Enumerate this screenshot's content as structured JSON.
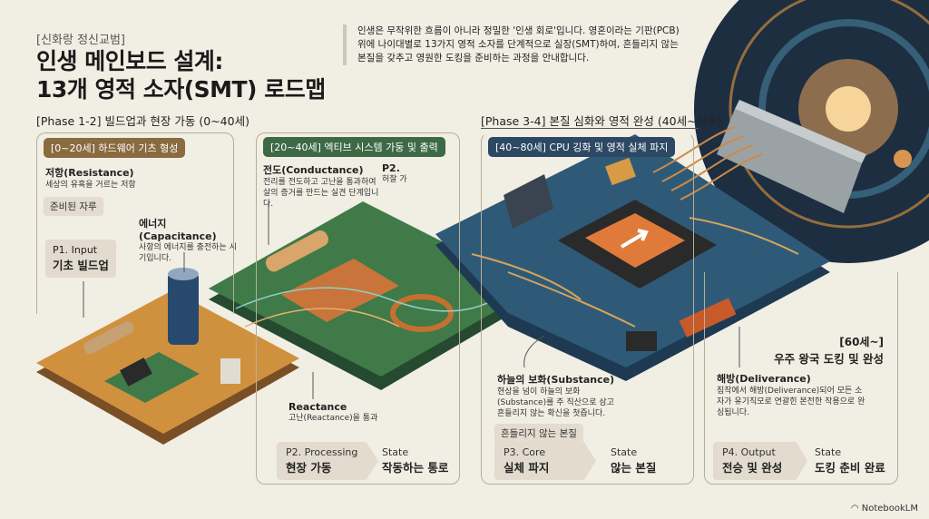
{
  "header": {
    "subtitle": "[신화랑 정신교범]",
    "title_line1": "인생 메인보드 설계:",
    "title_line2": "13개 영적 소자(SMT) 로드맵",
    "description": "인생은 무작위한 흐름이 아니라 정밀한 '인생 회로'입니다. 영혼이라는 기판(PCB) 위에 나이대별로 13가지 영적 소자를 단계적으로 실장(SMT)하여, 흔들리지 않는 본질을 갖추고 영원한 도킹을 준비하는 과정을 안내합니다."
  },
  "phases": {
    "phase12": "[Phase 1-2] 빌드업과 현장 가동 (0~40세)",
    "phase34": "[Phase 3-4] 본질 심화와 영적 완성 (40세~이후)"
  },
  "panel1": {
    "tag": "[0~20세] 하드웨어 기츠 형성",
    "resistance_title": "저항(Resistance)",
    "resistance_text": "세상의 유혹을 거르는 저항",
    "chip": "준비된 자루",
    "capacitance_title": "에너지(Capacitance)",
    "capacitance_text": "사항의 에너지를 충전하는 시기입니다.",
    "p_label": "P1. Input",
    "p_value": "기초 빌드업"
  },
  "panel2": {
    "tag": "[20~40세] 엑티브 시스템 가둥 및 출력",
    "conductance_title": "전도(Conductance)",
    "conductance_text": "전리를 전도하고 고난을 통과하여 살의 증거를 만드는 실견 단계입니다.",
    "p2_short": "P2.",
    "p2_short_text": "허잘 가",
    "reactance_title": "Reactance",
    "reactance_text": "고난(Reactance)을 통과",
    "p_label": "P2. Processing",
    "p_value": "현장 가동",
    "state_label": "State",
    "state_value": "작동하는 통로"
  },
  "panel3": {
    "tag": "[40~80세] CPU 깅화 및 영적 실체 파지",
    "substance_title": "하늘의 보화(Substance)",
    "substance_text": "현상을 넘이 하늘의 보화 (Substance)를 주 직산으로 삼고 흔들리지 않는 확신을 첫즙니다.",
    "chip": "흔들리지 않는 본질",
    "p_label": "P3. Core",
    "p_value": "실체 파지",
    "state_label": "State",
    "state_value": "않는 본질"
  },
  "panel4": {
    "age": "[60세~]",
    "heading": "우주 왕국 도킹 및 완성",
    "deliverance_title": "해방(Deliverance)",
    "deliverance_text": "짐작에서 해방(Deliverance)되어 모든 소자가 유기직모로 연괄힌 본전한 작용으로 완싱됩니다.",
    "p_label": "P4. Output",
    "p_value": "전승 및 완성",
    "state_label": "State",
    "state_value": "도킹 춘비 완료"
  },
  "footer": {
    "brand": "NotebookLM"
  },
  "colors": {
    "background": "#f1eee4",
    "tag_brown": "#8a6a3f",
    "tag_green": "#3d6a45",
    "tag_blue": "#2c4863"
  }
}
